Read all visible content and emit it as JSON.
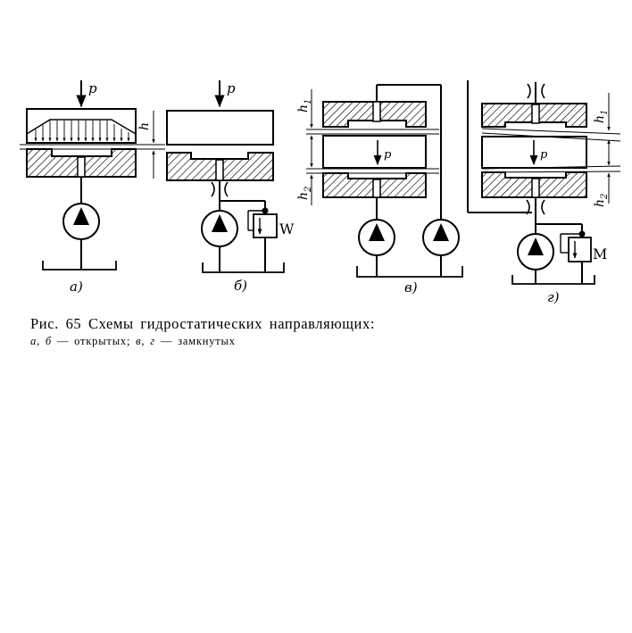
{
  "figure": {
    "labels": {
      "force": "p",
      "gap": "h",
      "gap_upper": "h",
      "gap_upper_index": "1",
      "gap_lower": "h",
      "gap_lower_index": "2",
      "valve": "W",
      "valve_d": "M"
    },
    "schemes": [
      {
        "letter": "а)"
      },
      {
        "letter": "б)"
      },
      {
        "letter": "в)"
      },
      {
        "letter": "г)"
      }
    ]
  },
  "caption": {
    "number": "Рис. 65",
    "title": "Схемы гидростатических направляющих:",
    "open_letters": "а, б",
    "open_text": "— открытых;",
    "closed_letters": "в, г",
    "closed_text": "— замкнутых"
  }
}
